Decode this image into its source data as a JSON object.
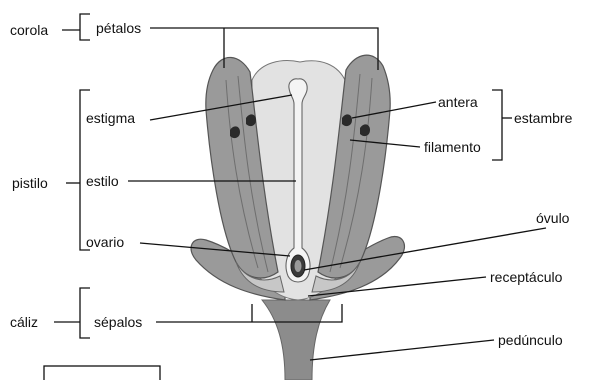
{
  "labels": {
    "corola": "corola",
    "petalos": "pétalos",
    "estigma": "estigma",
    "pistilo": "pistilo",
    "estilo": "estilo",
    "ovario": "ovario",
    "caliz": "cáliz",
    "sepalos": "sépalos",
    "antera": "antera",
    "estambre": "estambre",
    "filamento": "filamento",
    "ovulo": "óvulo",
    "receptaculo": "receptáculo",
    "pedunculo": "pedúnculo"
  }
}
